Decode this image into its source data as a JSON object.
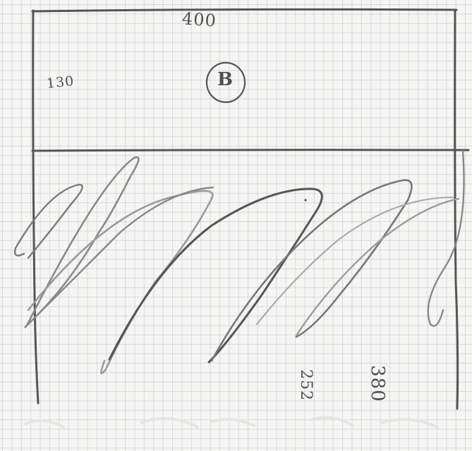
{
  "sketch": {
    "dimensions": {
      "width": "400",
      "top_height": "130",
      "bottom_inner": "252",
      "bottom_outer": "380"
    },
    "section_marker": "B",
    "colors": {
      "paper": "#f5f5f3",
      "grid": "#aab1bc",
      "pencil_dark": "#4a4a4a",
      "pencil_medium": "#7a7a7a",
      "pencil_light": "#a9a9a9"
    }
  }
}
